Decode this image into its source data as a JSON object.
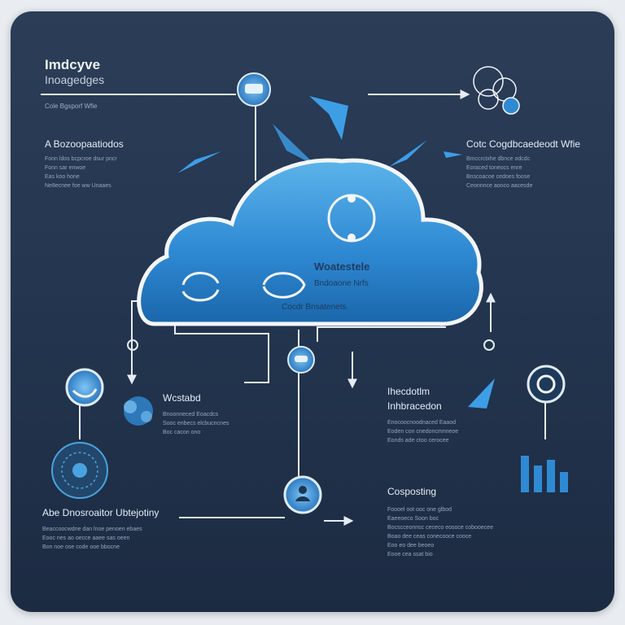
{
  "top_left": {
    "title": "Imdcyve",
    "subtitle": "Inoagedges",
    "tagline": "Cole Bgsporf Wfie"
  },
  "left_block_1": {
    "heading": "A  Bozoopaatiodos",
    "lines": [
      "Fonn ldos bcpcroe dsur pncr",
      "Fonn sar enwoe",
      "Eas koo hone",
      "Ne8ecnee foe ww Unaaes"
    ]
  },
  "right_top_block": {
    "heading": "Cotc Cogdbcaedeodt Wfie",
    "lines": [
      "Bmccrctxhe dbnce odcdc",
      "Eoraced toneocs enre",
      "Bnscoacoe cedoes foose",
      "Ceonnnce aonco aacesde"
    ]
  },
  "cloud": {
    "title": "Woatestele",
    "line_1": "Bndoaone Nrfs",
    "line_2": "Cocdr Bnsatenets"
  },
  "mid_left_block": {
    "heading": "Wcstabd",
    "lines": [
      "Bnoonneced Eoacdcs",
      "Sooc enbecs elcbucncnes",
      "Boc cacon ono"
    ]
  },
  "mid_right_block": {
    "heading_1": "Ihecdotlm",
    "heading_2": "Inhbracedon",
    "lines": [
      "Enocoocnoodnaced Eaaod",
      "Eoden con cnedoncmnneoe",
      "Eonds ade ctoo cerocee"
    ]
  },
  "bottom_left_block": {
    "heading": "Abe  Dnosroaitor Ubtejotiny",
    "lines": [
      "Beaccoocwdne dan lnoe penoen ebaes",
      "Eooc nes ao oecce aaee sas oeen",
      "Bon noe ose code ooe bbocne"
    ]
  },
  "bottom_right_block": {
    "heading": "Cosposting",
    "lines": [
      "Foooel oot ooc one  glbod",
      "Eaeeoeco Soon boc",
      "Bocscceonnsc cececo eosoce cobooecee",
      "Boao dee ceas conecooce cooce",
      "Eoo eo dee beoeo",
      "Eooe cea ssat bio"
    ]
  },
  "colors": {
    "panel_top": "#2b3d57",
    "panel_bottom": "#1c2b42",
    "cloud_light": "#4aa3e0",
    "cloud_dark": "#1b6fb3",
    "accent": "#3d9ee6",
    "line": "#e6ecf3"
  },
  "icons": [
    "cloud-icon",
    "node-icon",
    "refresh-icon",
    "sync-icon",
    "brain-icon",
    "globe-icon",
    "gear-network-icon",
    "target-icon",
    "paper-plane-icon",
    "bar-chart-icon",
    "user-icon"
  ]
}
